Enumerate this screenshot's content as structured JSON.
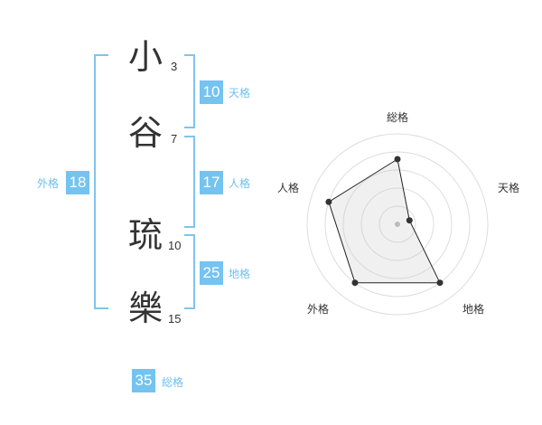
{
  "name_chars": [
    {
      "char": "小",
      "strokes": "3"
    },
    {
      "char": "谷",
      "strokes": "7"
    },
    {
      "char": "琉",
      "strokes": "10"
    },
    {
      "char": "樂",
      "strokes": "15"
    }
  ],
  "fortunes": {
    "tenkaku": {
      "value": "10",
      "label": "天格"
    },
    "jinkaku": {
      "value": "17",
      "label": "人格"
    },
    "chikaku": {
      "value": "25",
      "label": "地格"
    },
    "gaikaku": {
      "value": "18",
      "label": "外格"
    },
    "soukaku": {
      "value": "35",
      "label": "総格"
    }
  },
  "colors": {
    "accent": "#74c3f0",
    "bracket": "#7fc4ee",
    "text": "#333333"
  },
  "chart_data": {
    "type": "radar",
    "axes": [
      "総格",
      "天格",
      "地格",
      "外格",
      "人格"
    ],
    "levels": 5,
    "values": [
      0.72,
      0.14,
      0.8,
      0.8,
      0.8
    ]
  }
}
